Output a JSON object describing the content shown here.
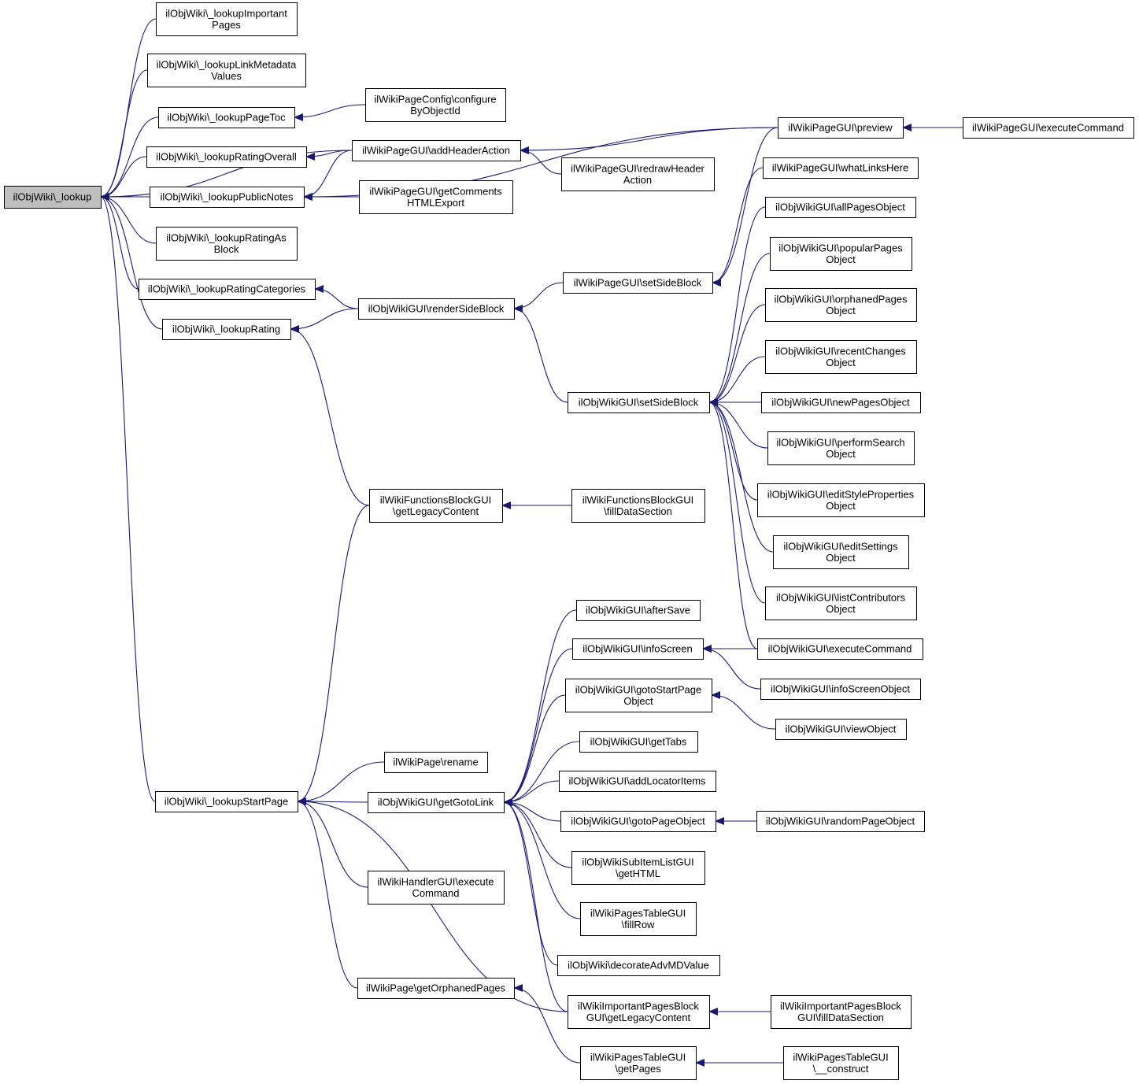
{
  "colors": {
    "edge": "#191970",
    "node_fill": "#ffffff",
    "focus_fill": "#bfbfbf",
    "border": "#000000"
  },
  "nodes": [
    {
      "id": "lookup",
      "lines": [
        "ilObjWiki\\_lookup"
      ],
      "focus": true
    },
    {
      "id": "importantPages",
      "lines": [
        "ilObjWiki\\_lookupImportant",
        "Pages"
      ]
    },
    {
      "id": "linkMeta",
      "lines": [
        "ilObjWiki\\_lookupLinkMetadata",
        "Values"
      ]
    },
    {
      "id": "pageToc",
      "lines": [
        "ilObjWiki\\_lookupPageToc"
      ]
    },
    {
      "id": "ratingOverall",
      "lines": [
        "ilObjWiki\\_lookupRatingOverall"
      ]
    },
    {
      "id": "publicNotes",
      "lines": [
        "ilObjWiki\\_lookupPublicNotes"
      ]
    },
    {
      "id": "ratingAsBlock",
      "lines": [
        "ilObjWiki\\_lookupRatingAs",
        "Block"
      ]
    },
    {
      "id": "ratingCategories",
      "lines": [
        "ilObjWiki\\_lookupRatingCategories"
      ]
    },
    {
      "id": "rating",
      "lines": [
        "ilObjWiki\\_lookupRating"
      ]
    },
    {
      "id": "startPage",
      "lines": [
        "ilObjWiki\\_lookupStartPage"
      ]
    },
    {
      "id": "pageConfig",
      "lines": [
        "ilWikiPageConfig\\configure",
        "ByObjectId"
      ]
    },
    {
      "id": "addHeaderAction",
      "lines": [
        "ilWikiPageGUI\\addHeaderAction"
      ]
    },
    {
      "id": "getComments",
      "lines": [
        "ilWikiPageGUI\\getComments",
        "HTMLExport"
      ]
    },
    {
      "id": "renderSideBlock",
      "lines": [
        "ilObjWikiGUI\\renderSideBlock"
      ]
    },
    {
      "id": "funcBlockLegacy",
      "lines": [
        "ilWikiFunctionsBlockGUI",
        "\\getLegacyContent"
      ]
    },
    {
      "id": "pageRename",
      "lines": [
        "ilWikiPage\\rename"
      ]
    },
    {
      "id": "getGotoLink",
      "lines": [
        "ilObjWikiGUI\\getGotoLink"
      ]
    },
    {
      "id": "handlerExec",
      "lines": [
        "ilWikiHandlerGUI\\execute",
        "Command"
      ]
    },
    {
      "id": "orphanedPages",
      "lines": [
        "ilWikiPage\\getOrphanedPages"
      ]
    },
    {
      "id": "redrawHeader",
      "lines": [
        "ilWikiPageGUI\\redrawHeader",
        "Action"
      ]
    },
    {
      "id": "pageSetSideBlock",
      "lines": [
        "ilWikiPageGUI\\setSideBlock"
      ]
    },
    {
      "id": "wikiSetSideBlock",
      "lines": [
        "ilObjWikiGUI\\setSideBlock"
      ]
    },
    {
      "id": "funcFillData",
      "lines": [
        "ilWikiFunctionsBlockGUI",
        "\\fillDataSection"
      ]
    },
    {
      "id": "afterSave",
      "lines": [
        "ilObjWikiGUI\\afterSave"
      ]
    },
    {
      "id": "infoScreen",
      "lines": [
        "ilObjWikiGUI\\infoScreen"
      ]
    },
    {
      "id": "gotoStartPage",
      "lines": [
        "ilObjWikiGUI\\gotoStartPage",
        "Object"
      ]
    },
    {
      "id": "getTabs",
      "lines": [
        "ilObjWikiGUI\\getTabs"
      ]
    },
    {
      "id": "addLocator",
      "lines": [
        "ilObjWikiGUI\\addLocatorItems"
      ]
    },
    {
      "id": "gotoPageObject",
      "lines": [
        "ilObjWikiGUI\\gotoPageObject"
      ]
    },
    {
      "id": "subItemList",
      "lines": [
        "ilObjWikiSubItemListGUI",
        "\\getHTML"
      ]
    },
    {
      "id": "tableFillRow",
      "lines": [
        "ilWikiPagesTableGUI",
        "\\fillRow"
      ]
    },
    {
      "id": "decorateAdv",
      "lines": [
        "ilObjWiki\\decorateAdvMDValue"
      ]
    },
    {
      "id": "impLegacy",
      "lines": [
        "ilWikiImportantPagesBlock",
        "GUI\\getLegacyContent"
      ]
    },
    {
      "id": "tableGetPages",
      "lines": [
        "ilWikiPagesTableGUI",
        "\\getPages"
      ]
    },
    {
      "id": "preview",
      "lines": [
        "ilWikiPageGUI\\preview"
      ]
    },
    {
      "id": "whatLinksHere",
      "lines": [
        "ilWikiPageGUI\\whatLinksHere"
      ]
    },
    {
      "id": "allPages",
      "lines": [
        "ilObjWikiGUI\\allPagesObject"
      ]
    },
    {
      "id": "popularPages",
      "lines": [
        "ilObjWikiGUI\\popularPages",
        "Object"
      ]
    },
    {
      "id": "orphanedPagesObj",
      "lines": [
        "ilObjWikiGUI\\orphanedPages",
        "Object"
      ]
    },
    {
      "id": "recentChanges",
      "lines": [
        "ilObjWikiGUI\\recentChanges",
        "Object"
      ]
    },
    {
      "id": "newPages",
      "lines": [
        "ilObjWikiGUI\\newPagesObject"
      ]
    },
    {
      "id": "performSearch",
      "lines": [
        "ilObjWikiGUI\\performSearch",
        "Object"
      ]
    },
    {
      "id": "editStyle",
      "lines": [
        "ilObjWikiGUI\\editStyleProperties",
        "Object"
      ]
    },
    {
      "id": "editSettings",
      "lines": [
        "ilObjWikiGUI\\editSettings",
        "Object"
      ]
    },
    {
      "id": "listContributors",
      "lines": [
        "ilObjWikiGUI\\listContributors",
        "Object"
      ]
    },
    {
      "id": "wikiExec",
      "lines": [
        "ilObjWikiGUI\\executeCommand"
      ]
    },
    {
      "id": "infoScreenObj",
      "lines": [
        "ilObjWikiGUI\\infoScreenObject"
      ]
    },
    {
      "id": "viewObject",
      "lines": [
        "ilObjWikiGUI\\viewObject"
      ]
    },
    {
      "id": "randomPage",
      "lines": [
        "ilObjWikiGUI\\randomPageObject"
      ]
    },
    {
      "id": "impFillData",
      "lines": [
        "ilWikiImportantPagesBlock",
        "GUI\\fillDataSection"
      ]
    },
    {
      "id": "tableConstruct",
      "lines": [
        "ilWikiPagesTableGUI",
        "\\__construct"
      ]
    },
    {
      "id": "pageExec",
      "lines": [
        "ilWikiPageGUI\\executeCommand"
      ]
    }
  ],
  "edges": [
    {
      "from": "importantPages",
      "to": "lookup"
    },
    {
      "from": "linkMeta",
      "to": "lookup"
    },
    {
      "from": "pageToc",
      "to": "lookup"
    },
    {
      "from": "ratingOverall",
      "to": "lookup"
    },
    {
      "from": "publicNotes",
      "to": "lookup"
    },
    {
      "from": "ratingAsBlock",
      "to": "lookup"
    },
    {
      "from": "ratingCategories",
      "to": "lookup"
    },
    {
      "from": "rating",
      "to": "lookup"
    },
    {
      "from": "startPage",
      "to": "lookup"
    },
    {
      "from": "addHeaderAction",
      "to": "lookup"
    },
    {
      "from": "pageConfig",
      "to": "pageToc"
    },
    {
      "from": "addHeaderAction",
      "to": "ratingOverall"
    },
    {
      "from": "addHeaderAction",
      "to": "publicNotes"
    },
    {
      "from": "getComments",
      "to": "publicNotes"
    },
    {
      "from": "preview",
      "to": "publicNotes"
    },
    {
      "from": "renderSideBlock",
      "to": "ratingCategories"
    },
    {
      "from": "renderSideBlock",
      "to": "rating"
    },
    {
      "from": "funcBlockLegacy",
      "to": "rating"
    },
    {
      "from": "pageRename",
      "to": "startPage"
    },
    {
      "from": "getGotoLink",
      "to": "startPage"
    },
    {
      "from": "handlerExec",
      "to": "startPage"
    },
    {
      "from": "orphanedPages",
      "to": "startPage"
    },
    {
      "from": "funcBlockLegacy",
      "to": "startPage"
    },
    {
      "from": "impLegacy",
      "to": "startPage"
    },
    {
      "from": "preview",
      "to": "addHeaderAction"
    },
    {
      "from": "redrawHeader",
      "to": "addHeaderAction"
    },
    {
      "from": "pageSetSideBlock",
      "to": "renderSideBlock"
    },
    {
      "from": "wikiSetSideBlock",
      "to": "renderSideBlock"
    },
    {
      "from": "funcFillData",
      "to": "funcBlockLegacy"
    },
    {
      "from": "afterSave",
      "to": "getGotoLink"
    },
    {
      "from": "infoScreen",
      "to": "getGotoLink"
    },
    {
      "from": "gotoStartPage",
      "to": "getGotoLink"
    },
    {
      "from": "getTabs",
      "to": "getGotoLink"
    },
    {
      "from": "addLocator",
      "to": "getGotoLink"
    },
    {
      "from": "gotoPageObject",
      "to": "getGotoLink"
    },
    {
      "from": "subItemList",
      "to": "getGotoLink"
    },
    {
      "from": "tableFillRow",
      "to": "getGotoLink"
    },
    {
      "from": "decorateAdv",
      "to": "getGotoLink"
    },
    {
      "from": "impLegacy",
      "to": "getGotoLink"
    },
    {
      "from": "tableGetPages",
      "to": "orphanedPages"
    },
    {
      "from": "preview",
      "to": "pageSetSideBlock"
    },
    {
      "from": "whatLinksHere",
      "to": "pageSetSideBlock"
    },
    {
      "from": "allPages",
      "to": "wikiSetSideBlock"
    },
    {
      "from": "popularPages",
      "to": "wikiSetSideBlock"
    },
    {
      "from": "orphanedPagesObj",
      "to": "wikiSetSideBlock"
    },
    {
      "from": "recentChanges",
      "to": "wikiSetSideBlock"
    },
    {
      "from": "newPages",
      "to": "wikiSetSideBlock"
    },
    {
      "from": "performSearch",
      "to": "wikiSetSideBlock"
    },
    {
      "from": "editStyle",
      "to": "wikiSetSideBlock"
    },
    {
      "from": "editSettings",
      "to": "wikiSetSideBlock"
    },
    {
      "from": "listContributors",
      "to": "wikiSetSideBlock"
    },
    {
      "from": "wikiExec",
      "to": "wikiSetSideBlock"
    },
    {
      "from": "wikiExec",
      "to": "infoScreen"
    },
    {
      "from": "infoScreenObj",
      "to": "infoScreen"
    },
    {
      "from": "viewObject",
      "to": "gotoStartPage"
    },
    {
      "from": "randomPage",
      "to": "gotoPageObject"
    },
    {
      "from": "impFillData",
      "to": "impLegacy"
    },
    {
      "from": "tableConstruct",
      "to": "tableGetPages"
    },
    {
      "from": "pageExec",
      "to": "preview"
    }
  ]
}
